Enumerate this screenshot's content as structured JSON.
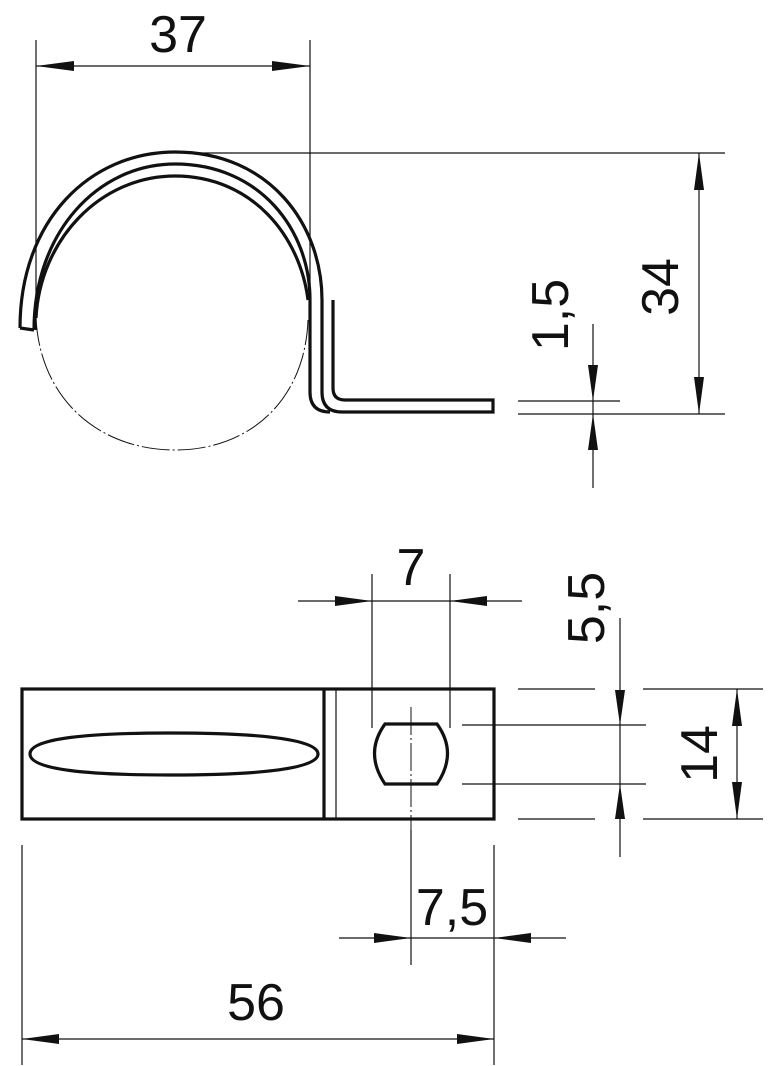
{
  "drawing": {
    "subject": "pipe clamp technical drawing",
    "views": [
      "side-view",
      "top-view"
    ],
    "line_color": "#111111",
    "background": "#ffffff"
  },
  "dimensions": {
    "side_view": {
      "width": "37",
      "height": "34",
      "thickness": "1,5"
    },
    "top_view": {
      "hole_width": "7",
      "hole_height": "5,5",
      "band_width": "14",
      "hole_offset": "7,5",
      "total_length": "56"
    }
  }
}
